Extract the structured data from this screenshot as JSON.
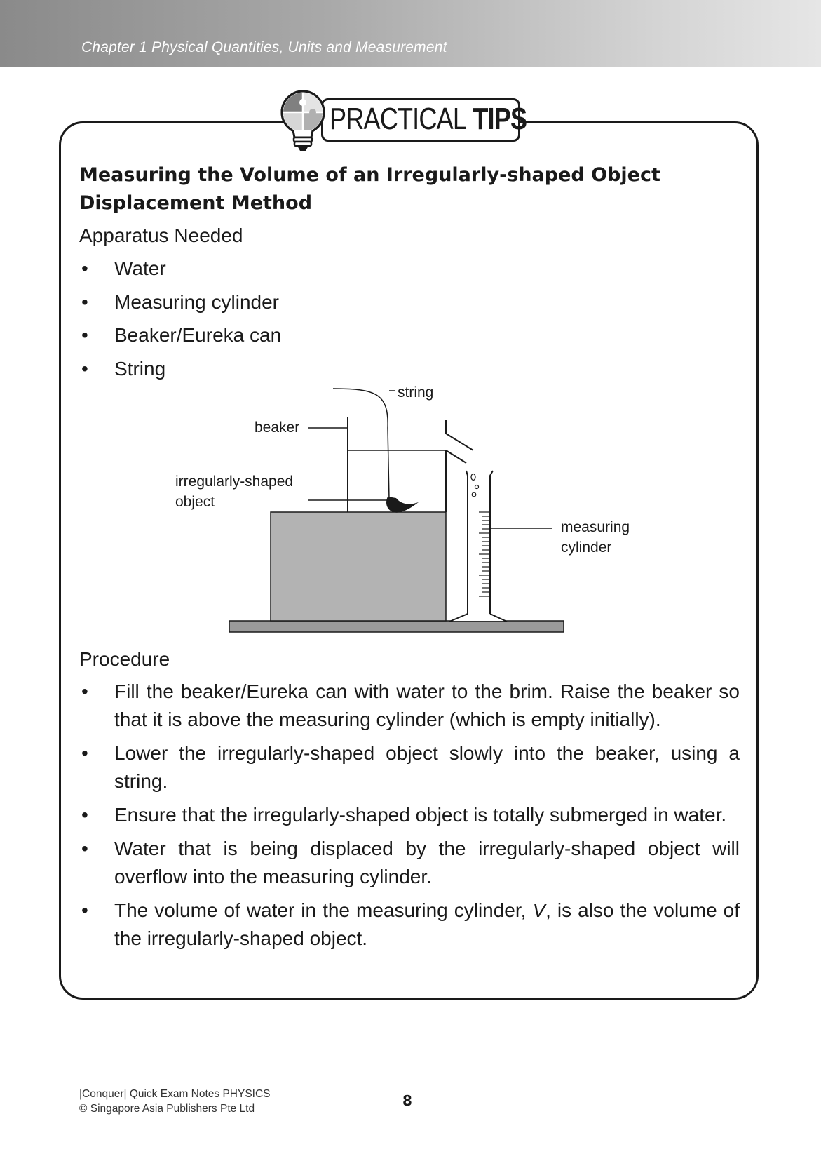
{
  "header": {
    "chapter": "Chapter 1  Physical Quantities, Units and Measurement"
  },
  "badge": {
    "practical": "PRACTICAL",
    "tips": "TIPS"
  },
  "title": {
    "line1": "Measuring the Volume of an Irregularly-shaped Object",
    "line2": "Displacement Method"
  },
  "apparatus": {
    "heading": "Apparatus Needed",
    "items": [
      "Water",
      "Measuring cylinder",
      "Beaker/Eureka can",
      "String"
    ]
  },
  "diagram": {
    "labels": {
      "string": "string",
      "beaker": "beaker",
      "object_line1": "irregularly-shaped",
      "object_line2": "object",
      "cylinder_line1": "measuring",
      "cylinder_line2": "cylinder"
    }
  },
  "procedure": {
    "heading": "Procedure",
    "steps": [
      "Fill the beaker/Eureka can with water to the brim. Raise the beaker so that it is above the measuring cylinder (which is empty initially).",
      "Lower the irregularly-shaped object slowly into the beaker, using a string.",
      "Ensure that the irregularly-shaped object is totally submerged in water.",
      "Water that is being displaced by the irregularly-shaped object will overflow into the measuring cylinder.",
      "The volume of water in the measuring cylinder, V, is also the volume of the irregularly-shaped object."
    ]
  },
  "footer": {
    "line1": "|Conquer| Quick Exam Notes PHYSICS",
    "line2": "© Singapore Asia Publishers Pte Ltd",
    "page": "8"
  }
}
